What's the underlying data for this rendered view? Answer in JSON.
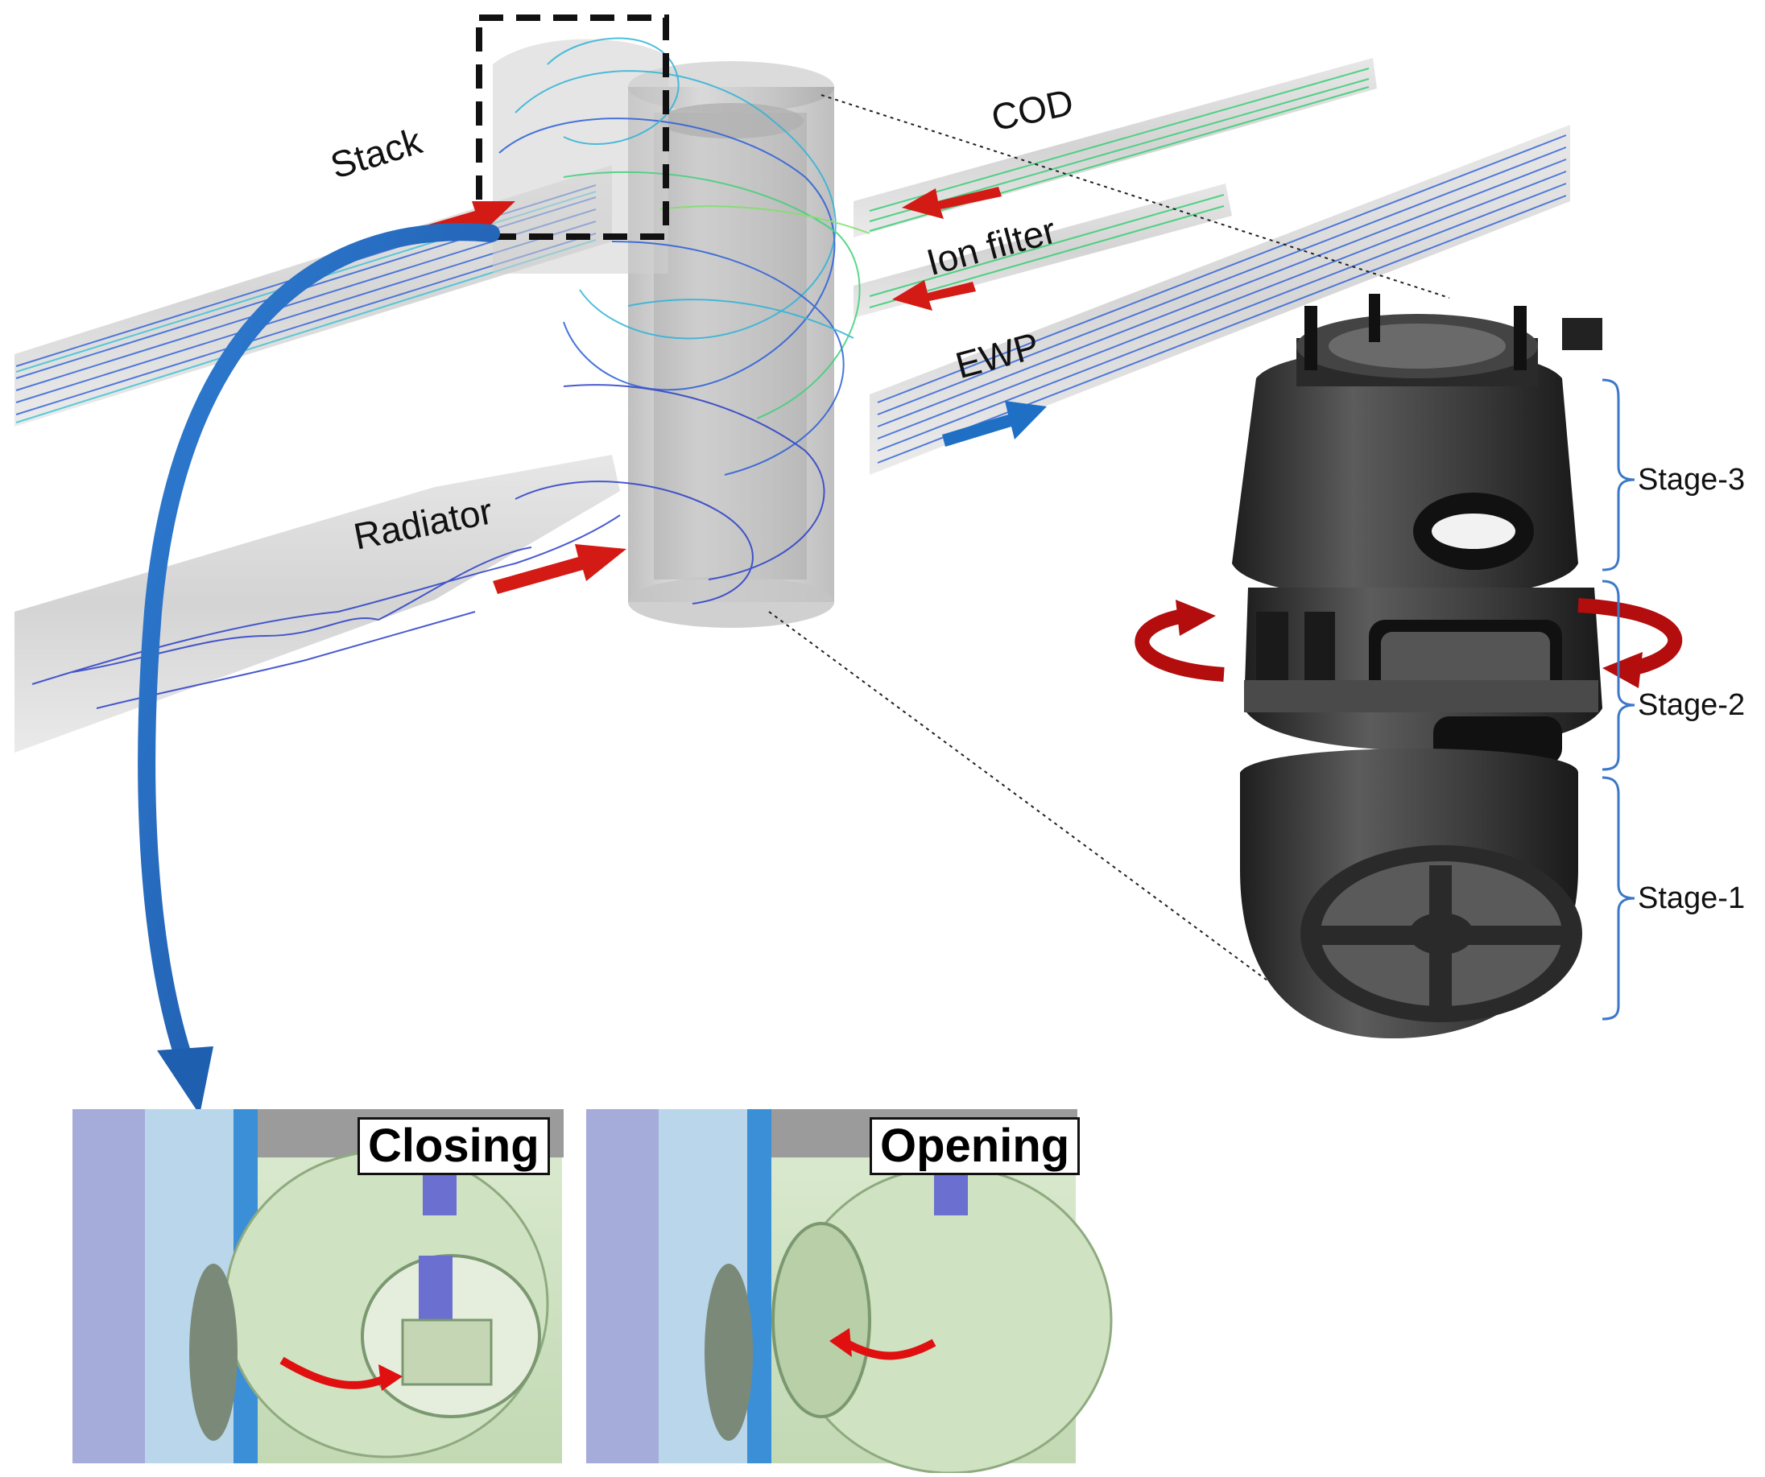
{
  "labels": {
    "stack": "Stack",
    "cod": "COD",
    "ion_filter": "Ion filter",
    "ewp": "EWP",
    "radiator": "Radiator"
  },
  "stages": {
    "stage3": "Stage-3",
    "stage2": "Stage-2",
    "stage1": "Stage-1"
  },
  "panels": {
    "closing": "Closing",
    "opening": "Opening"
  },
  "colors": {
    "flow_arrow": "#d41a14",
    "outflow_arrow": "#1f6fc4",
    "curve_arrow": "#1f5fb0",
    "rotation_arrow": "#b30d0d",
    "streamline_blue": "#2a5ed8",
    "streamline_green": "#3fd07a",
    "valve_body": "#3a3a3a",
    "pipe_gray": "#d6d6d6",
    "bracket_blue": "#3b78c8"
  }
}
